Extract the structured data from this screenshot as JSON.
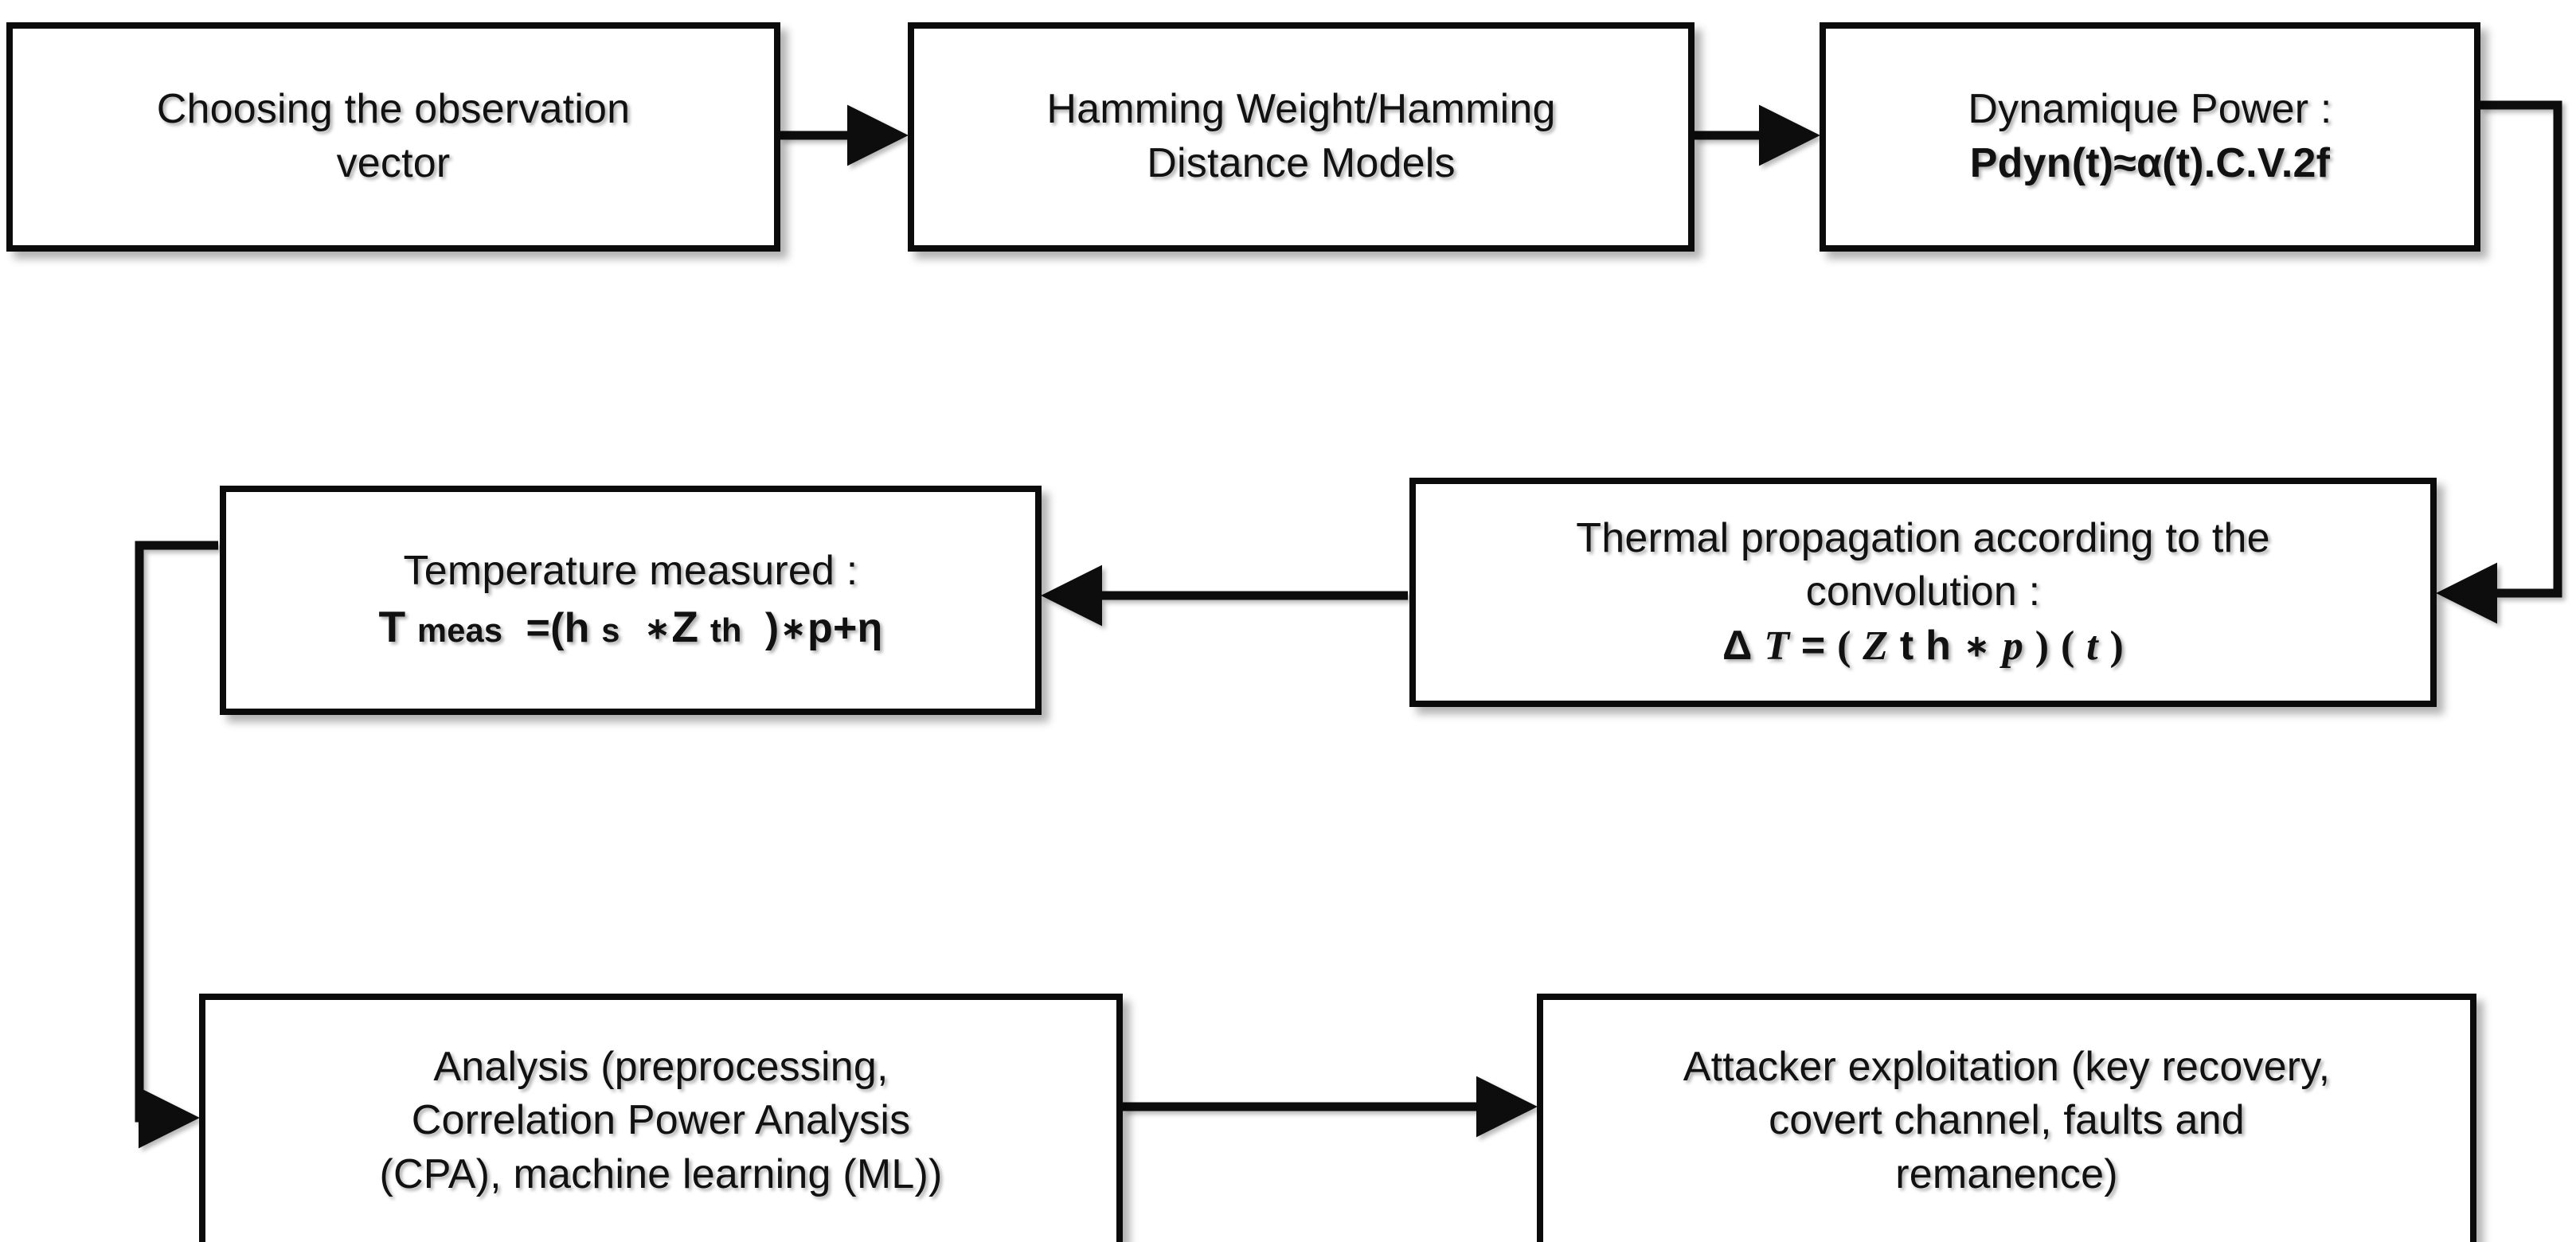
{
  "diagram": {
    "title": "Thermal side-channel attack methodology flow",
    "background_color": "#ffffff",
    "stroke_color": "#0b0b0b",
    "text_color": "#111111"
  },
  "nodes": {
    "observation": {
      "line1": "Choosing the observation",
      "line2": "vector"
    },
    "hamming": {
      "line1": "Hamming Weight/Hamming",
      "line2": "Distance Models"
    },
    "dynpower": {
      "label": "Dynamique Power :",
      "formula_prefix": "Pdyn(t)≈α(t).C.V.2f"
    },
    "temperature": {
      "label": "Temperature measured :",
      "f_T": "T",
      "f_meas": "meas",
      "f_eq": "=(h",
      "f_s": "s",
      "f_conv1": "∗",
      "f_Z": "Z",
      "f_th": "th",
      "f_close": ")",
      "f_conv2": "∗",
      "f_tail": "p+η"
    },
    "thermal": {
      "line1": "Thermal propagation according to the",
      "line2": "convolution :",
      "f_delta": "Δ",
      "f_T": "T",
      "f_eq": "=",
      "f_open": "(",
      "f_Z": "Z",
      "f_th": "t h",
      "f_conv": "∗",
      "f_p": "p",
      "f_close": ")",
      "f_topen": "(",
      "f_t": "t",
      "f_tclose": ")"
    },
    "analysis": {
      "line1": "Analysis (preprocessing,",
      "line2": "Correlation Power Analysis",
      "line3": "(CPA), machine learning (ML))"
    },
    "attacker": {
      "line1": "Attacker exploitation (key recovery,",
      "line2": "covert channel, faults and",
      "line3": "remanence)"
    }
  },
  "edges": [
    {
      "name": "observation-to-hamming",
      "from": "observation",
      "to": "hamming",
      "kind": "straight-right"
    },
    {
      "name": "hamming-to-dynpower",
      "from": "hamming",
      "to": "dynpower",
      "kind": "straight-right"
    },
    {
      "name": "dynpower-to-thermal",
      "from": "dynpower",
      "to": "thermal",
      "kind": "right-down-left"
    },
    {
      "name": "thermal-to-temperature",
      "from": "thermal",
      "to": "temperature",
      "kind": "straight-left"
    },
    {
      "name": "temperature-to-analysis",
      "from": "temperature",
      "to": "analysis",
      "kind": "left-down-right"
    },
    {
      "name": "analysis-to-attacker",
      "from": "analysis",
      "to": "attacker",
      "kind": "straight-right"
    }
  ]
}
